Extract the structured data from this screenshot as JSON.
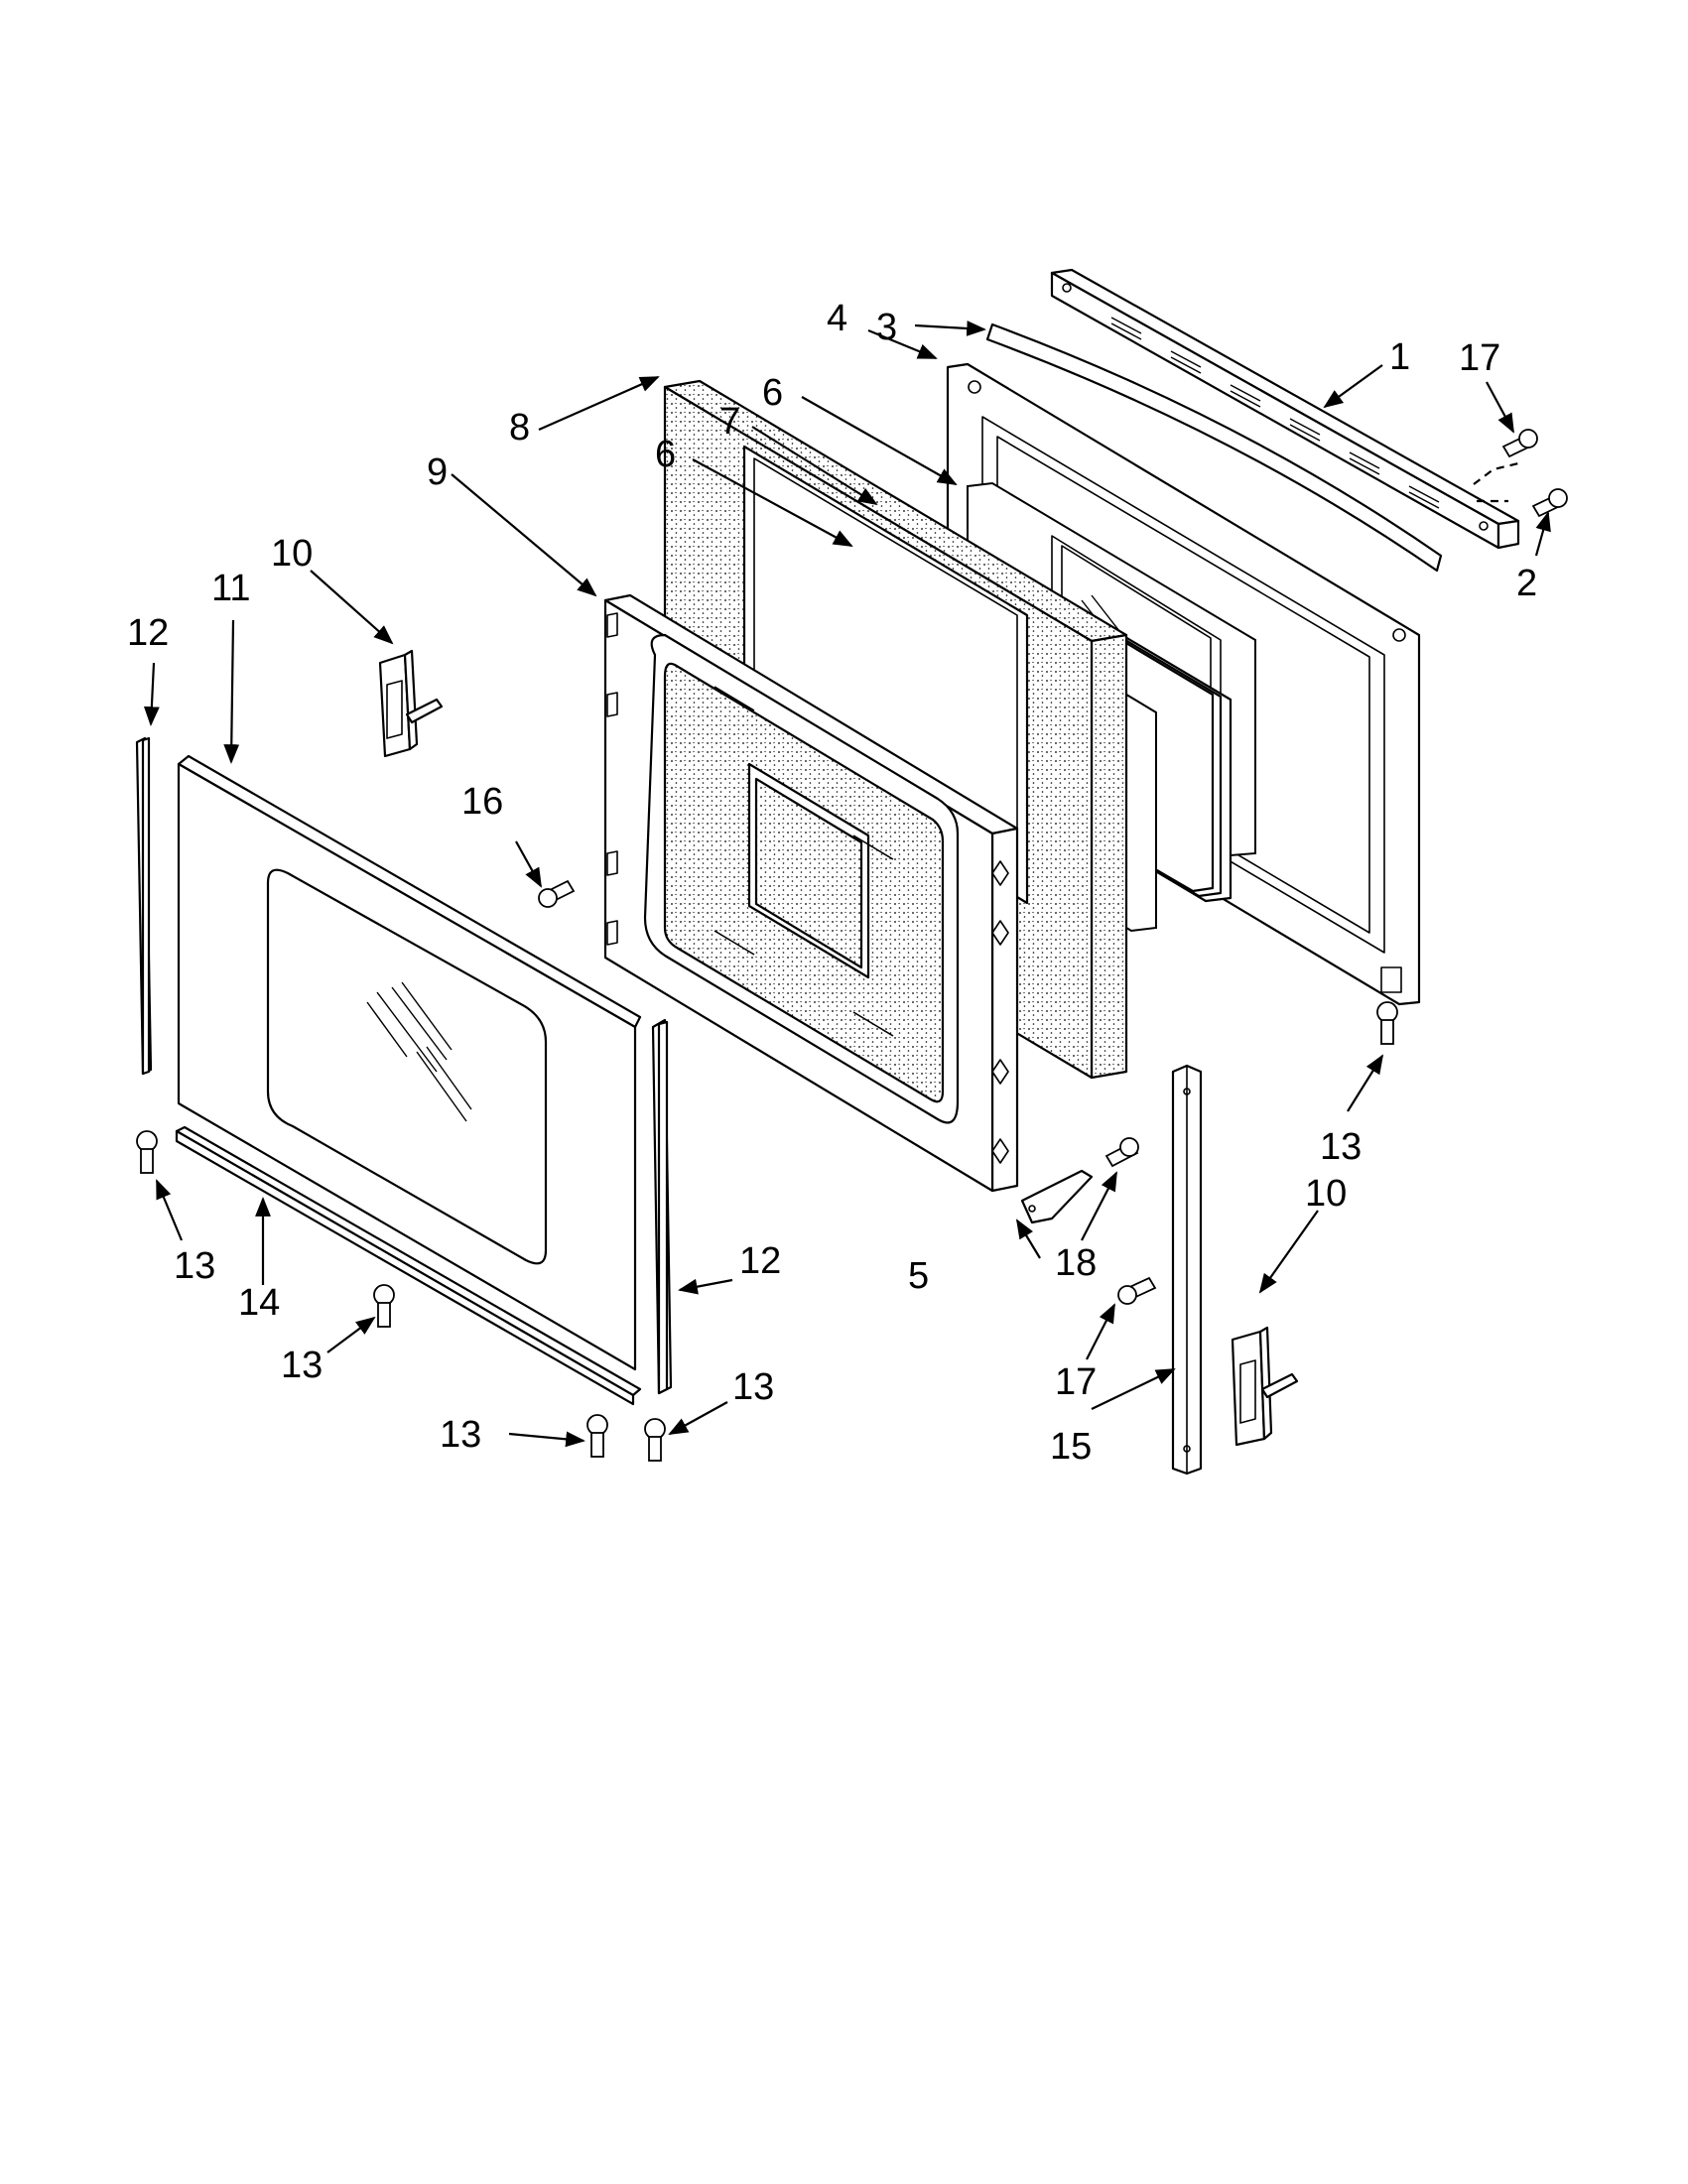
{
  "callouts": {
    "c1": "1",
    "c2": "2",
    "c3": "3",
    "c4": "4",
    "c5": "5",
    "c6a": "6",
    "c6b": "6",
    "c7": "7",
    "c8": "8",
    "c9": "9",
    "c10a": "10",
    "c10b": "10",
    "c11": "11",
    "c12a": "12",
    "c12b": "12",
    "c13a": "13",
    "c13b": "13",
    "c13c": "13",
    "c13d": "13",
    "c13e": "13",
    "c14": "14",
    "c15": "15",
    "c16": "16",
    "c17a": "17",
    "c17b": "17",
    "c18": "18"
  },
  "colors": {
    "line": "#000000",
    "background": "#ffffff"
  }
}
